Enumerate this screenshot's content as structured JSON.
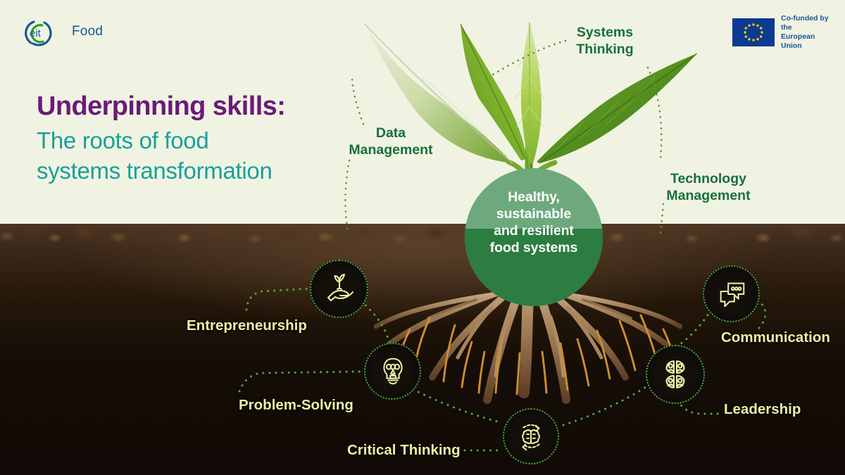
{
  "brand": {
    "logo_name": "eit-food-logo",
    "logo_word": "eit",
    "logo_text": "Food",
    "logo_blue": "#19559b",
    "logo_green": "#2aa02a"
  },
  "funding": {
    "badge_name": "eu-cofunding-badge",
    "line1": "Co-funded by the",
    "line2": "European Union",
    "flag_blue": "#0b3b92",
    "star_yellow": "#ffcc00"
  },
  "title": {
    "main": "Underpinning skills:",
    "sub_line1": "The roots of food",
    "sub_line2": "systems transformation",
    "main_color": "#6a1b78",
    "sub_color": "#16a19a"
  },
  "core": {
    "line1": "Healthy,",
    "line2": "sustainable",
    "line3": "and resilient",
    "line4": "food systems",
    "circle_color_top": "#6ea97e",
    "circle_color_bottom": "#2d7c41"
  },
  "above_ground": {
    "label_color": "#17703c",
    "items": [
      {
        "id": "systems-thinking",
        "line1": "Systems",
        "line2": "Thinking"
      },
      {
        "id": "data-management",
        "line1": "Data",
        "line2": "Management"
      },
      {
        "id": "technology-management",
        "line1": "Technology",
        "line2": "Management"
      }
    ]
  },
  "below_ground": {
    "label_color": "#edf0a6",
    "node_border_color": "#4faa3e",
    "items": [
      {
        "id": "entrepreneurship",
        "label": "Entrepreneurship",
        "icon": "hand-holding-plant-icon"
      },
      {
        "id": "problem-solving",
        "label": "Problem-Solving",
        "icon": "lightbulb-pen-icon"
      },
      {
        "id": "critical-thinking",
        "label": "Critical Thinking",
        "icon": "brain-cycle-icon"
      },
      {
        "id": "communication",
        "label": "Communication",
        "icon": "speech-bubbles-icon"
      },
      {
        "id": "leadership",
        "label": "Leadership",
        "icon": "four-people-icon"
      }
    ]
  },
  "palette": {
    "background": "#f1f3e2",
    "soil_top": "#4a3423",
    "soil_deep": "#110a06"
  }
}
